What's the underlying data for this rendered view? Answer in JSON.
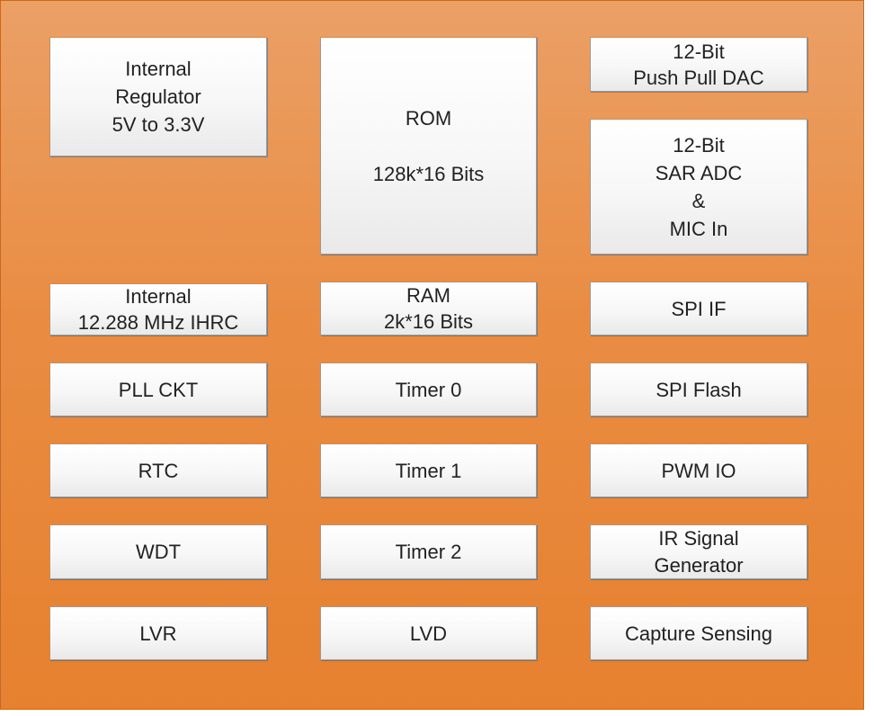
{
  "diagram": {
    "blocks": {
      "regulator": "Internal\nRegulator\n5V to 3.3V",
      "rom": "ROM\n\n128k*16 Bits",
      "dac": "12-Bit\nPush Pull DAC",
      "adc": "12-Bit\nSAR ADC\n&\nMIC In",
      "ihrc": "Internal\n12.288 MHz IHRC",
      "ram": "RAM\n2k*16 Bits",
      "spi_if": "SPI IF",
      "pll": "PLL CKT",
      "timer0": "Timer 0",
      "spi_flash": "SPI Flash",
      "rtc": "RTC",
      "timer1": "Timer 1",
      "pwm_io": "PWM IO",
      "wdt": "WDT",
      "timer2": "Timer 2",
      "ir": "IR Signal\nGenerator",
      "lvr": "LVR",
      "lvd": "LVD",
      "capture": "Capture Sensing"
    }
  }
}
